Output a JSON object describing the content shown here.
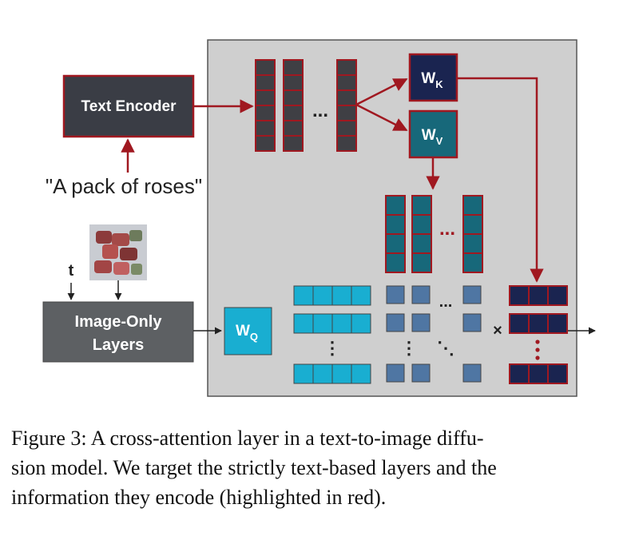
{
  "diagram": {
    "text_encoder_label": "Text Encoder",
    "prompt_text": "\"A pack of roses\"",
    "image_only_line1": "Image-Only",
    "image_only_line2": "Layers",
    "t_label": "t",
    "wk": {
      "main": "W",
      "sub": "K"
    },
    "wv": {
      "main": "W",
      "sub": "V"
    },
    "wq": {
      "main": "W",
      "sub": "Q"
    },
    "dots": "...",
    "times": "×",
    "colors": {
      "panel": "#cfcfcf",
      "red": "#a01820",
      "dark_cell": "#3f3f44",
      "teal_cell": "#17687a",
      "cyan_cell": "#19aed1",
      "steel_cell": "#4f76a3",
      "navy_cell": "#1a2450",
      "encoder_box": "#3a3d45",
      "image_box": "#5d6063"
    }
  },
  "caption": {
    "line1": "Figure 3: A cross-attention layer in a text-to-image diffu-",
    "line2": "sion model. We target the strictly text-based layers and the",
    "line3": "information they encode (highlighted in red)."
  }
}
